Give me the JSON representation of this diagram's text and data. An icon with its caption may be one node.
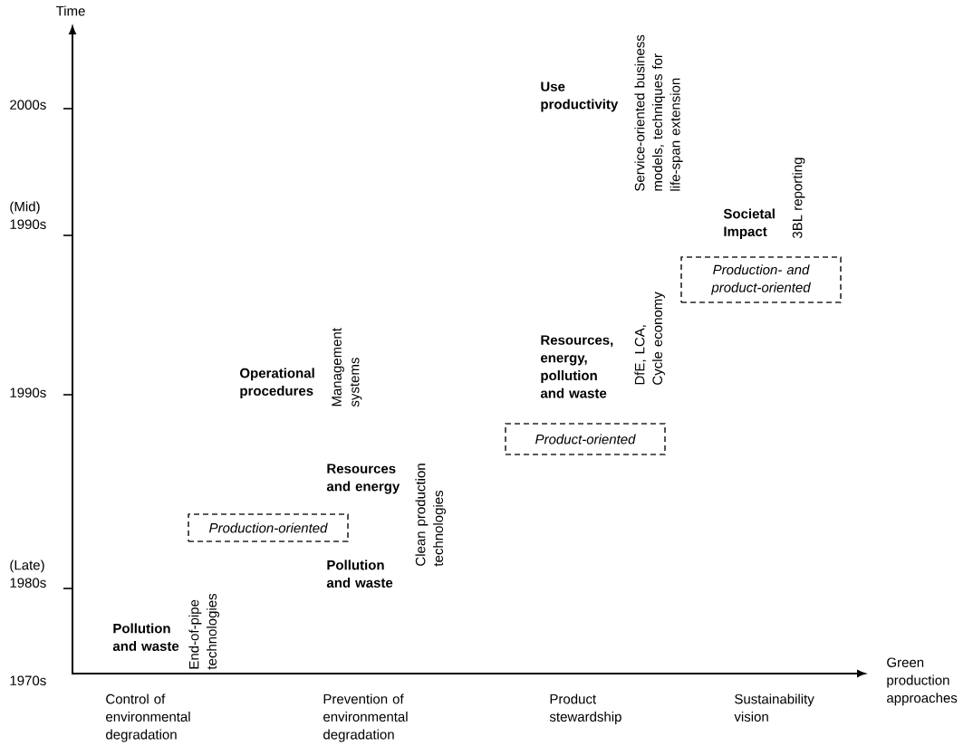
{
  "diagram": {
    "nodes": [
      {
        "text": [
          "Production- and product-oriented"
        ]
      },
      {
        "text": [
          "Product-oriented"
        ]
      },
      {
        "text": [
          "Production-oriented"
        ]
      }
    ],
    "labels": [
      "Time",
      "2000s",
      "(Mid) 1990s",
      "1990s",
      "(Late) 1980s",
      "1970s",
      "Use productivity",
      "Service-oriented business models, techniques for life-span extension",
      "Societal Impact",
      "3BL reporting",
      "Operational procedures",
      "Management systems",
      "Resources, energy, pollution and waste",
      "DfE, LCA, Cycle economy",
      "Resources and energy",
      "Clean production technologies",
      "Pollution and waste",
      "Pollution and waste",
      "End-of-pipe technologies",
      "Control of environmental degradation",
      "Prevention of environmental degradation",
      "Product stewardship",
      "Sustainability vision",
      "Green production approaches"
    ]
  }
}
